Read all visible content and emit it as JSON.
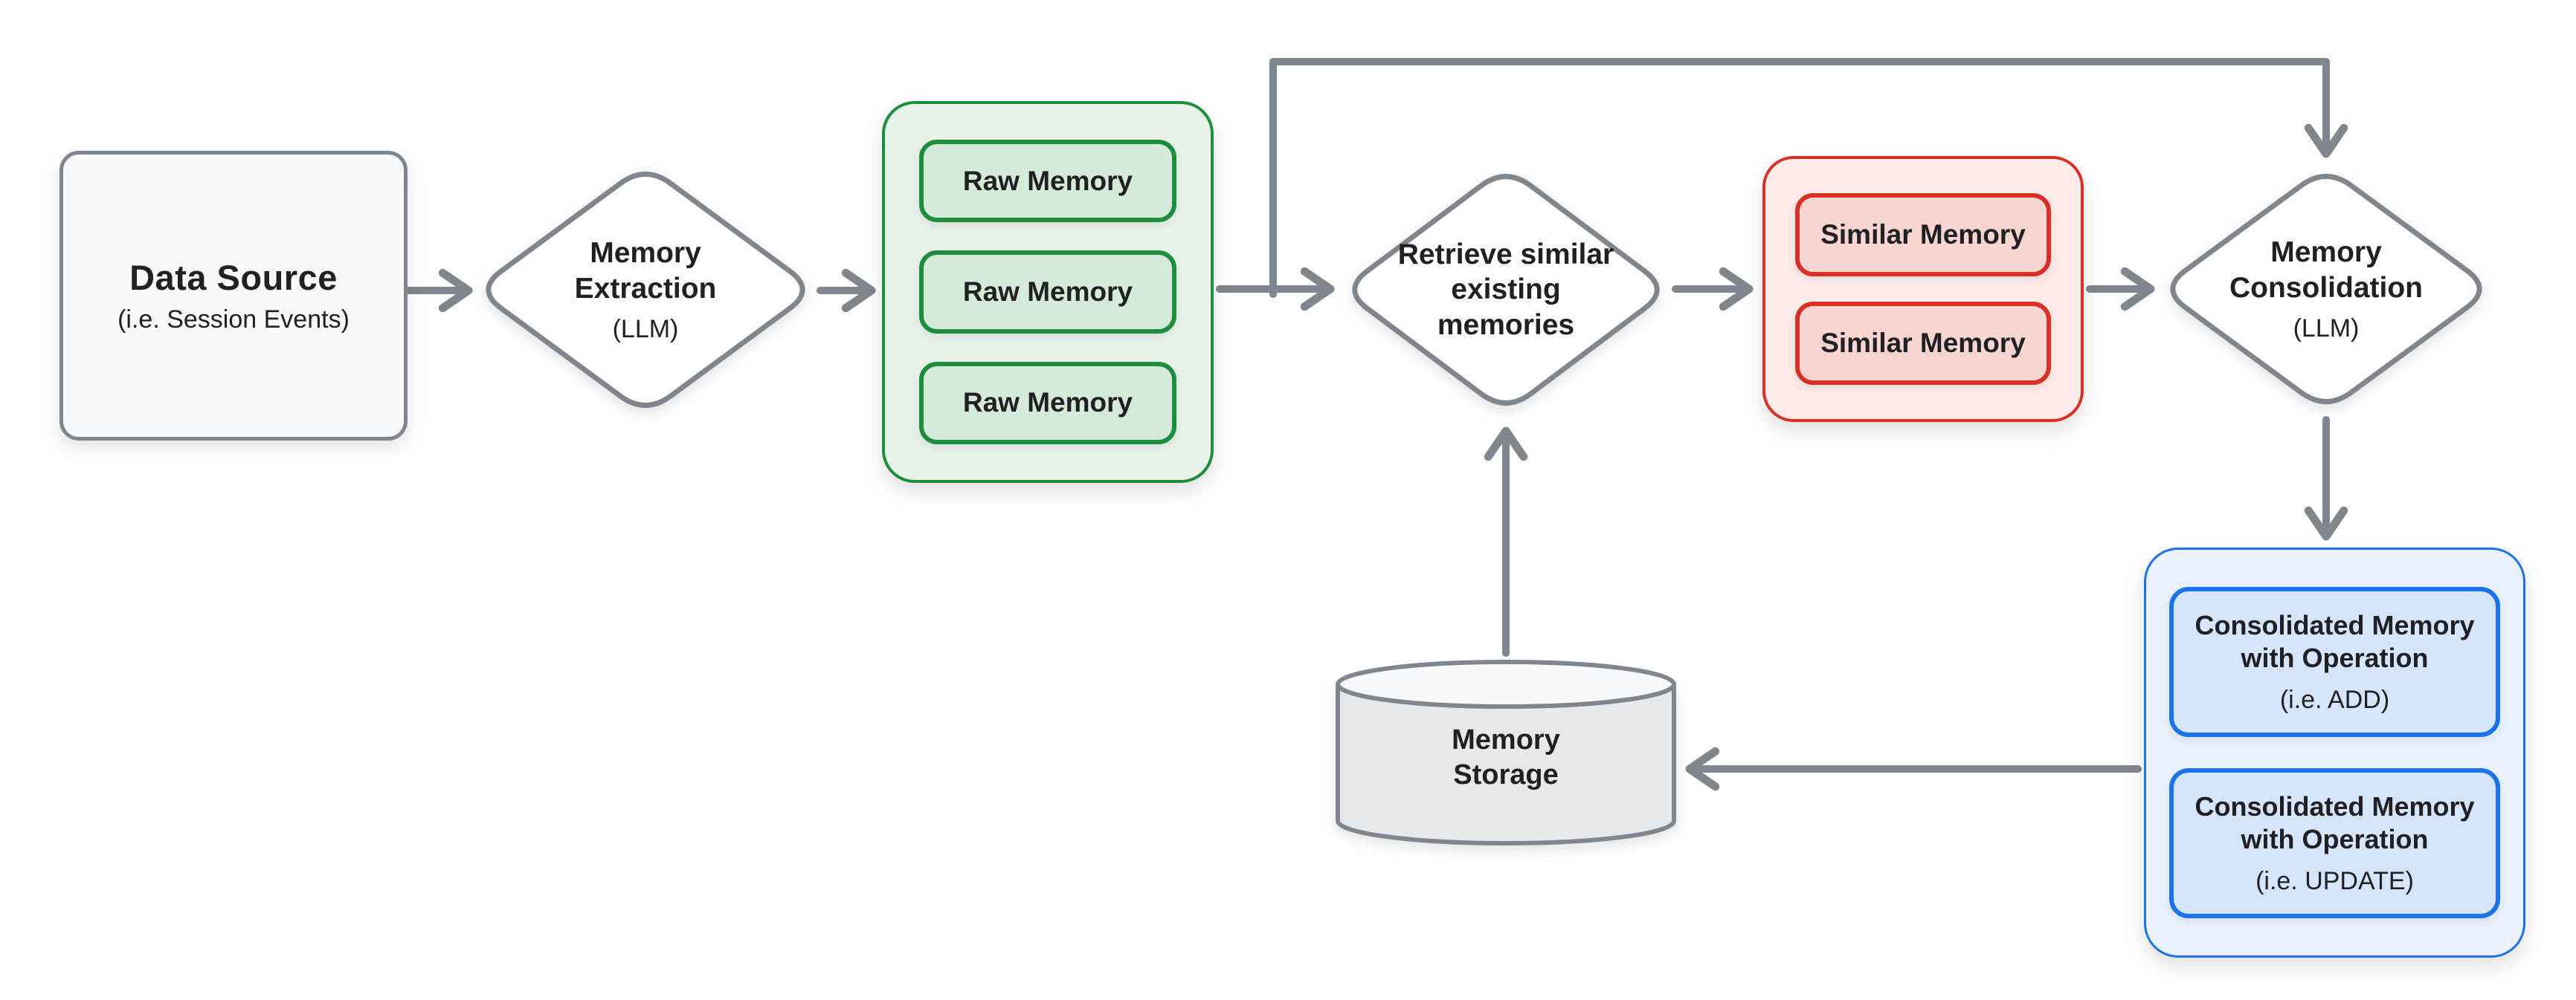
{
  "title": "Memory extraction and consolidation flow",
  "colors": {
    "ink": "#202124",
    "arrow": "#80868b",
    "gray-border": "#80868b",
    "gray-fill": "#f8f9fa",
    "storage-fill": "#e6e8ec",
    "storage-top-fill": "#f8f9fa",
    "green-border": "#1e8e3e",
    "green-fill": "#e7f3e9",
    "green-item-fill": "#d6ead9",
    "red-border": "#d93025",
    "red-fill": "#fcebe9",
    "red-item-fill": "#f9d5d2",
    "blue-border": "#1a73e8",
    "blue-fill": "#e9f1fe",
    "blue-item-fill": "#d6e5fc"
  },
  "nodes": {
    "data_source": {
      "title": "Data Source",
      "subtitle": "(i.e. Session Events)"
    },
    "memory_extraction": {
      "title": "Memory\nExtraction",
      "subtitle": "(LLM)"
    },
    "raw_memory_group": {
      "items": [
        "Raw Memory",
        "Raw Memory",
        "Raw Memory"
      ]
    },
    "retrieve_similar": {
      "title": "Retrieve similar\nexisting\nmemories"
    },
    "similar_memory_group": {
      "items": [
        "Similar Memory",
        "Similar Memory"
      ]
    },
    "memory_consolidation": {
      "title": "Memory\nConsolidation",
      "subtitle": "(LLM)"
    },
    "consolidated_group": {
      "items": [
        {
          "title": "Consolidated Memory\nwith Operation",
          "subtitle": "(i.e. ADD)"
        },
        {
          "title": "Consolidated Memory\nwith Operation",
          "subtitle": "(i.e. UPDATE)"
        }
      ]
    },
    "memory_storage": {
      "title": "Memory\nStorage"
    }
  }
}
